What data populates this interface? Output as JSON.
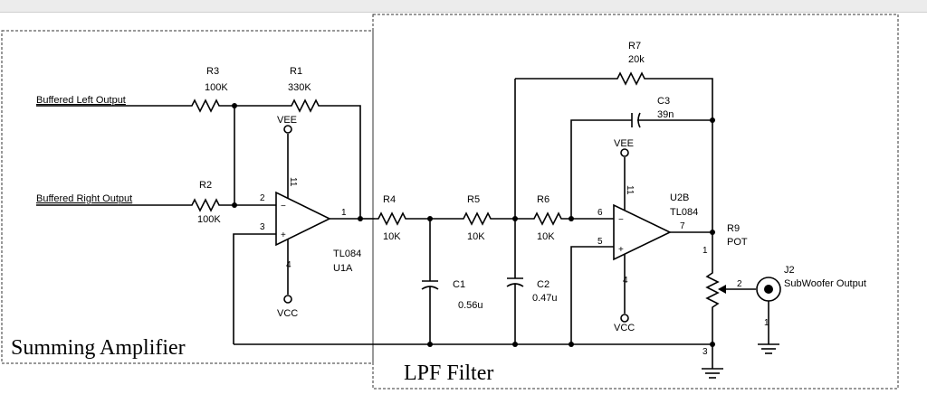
{
  "regions": {
    "summing_title": "Summing Amplifier",
    "lpf_title": "LPF Filter"
  },
  "nets": {
    "left_in": "Buffered Left Output",
    "right_in": "Buffered Right Output"
  },
  "components": {
    "R3": {
      "ref": "R3",
      "value": "100K"
    },
    "R1": {
      "ref": "R1",
      "value": "330K"
    },
    "R2": {
      "ref": "R2",
      "value": "100K"
    },
    "R4": {
      "ref": "R4",
      "value": "10K"
    },
    "R5": {
      "ref": "R5",
      "value": "10K"
    },
    "R6": {
      "ref": "R6",
      "value": "10K"
    },
    "R7": {
      "ref": "R7",
      "value": "20k"
    },
    "R9": {
      "ref": "R9",
      "value": "POT"
    },
    "C1": {
      "ref": "C1",
      "value": "0.56u"
    },
    "C2": {
      "ref": "C2",
      "value": "0.47u"
    },
    "C3": {
      "ref": "C3",
      "value": "39n"
    },
    "U1A": {
      "ref": "U1A",
      "part": "TL084"
    },
    "U2B": {
      "ref": "U2B",
      "part": "TL084"
    },
    "J2": {
      "ref": "J2",
      "label": "SubWoofer Output"
    }
  },
  "power": {
    "u1_vee": "VEE",
    "u1_vcc": "VCC",
    "u2_vee": "VEE",
    "u2_vcc": "VCC"
  },
  "pins": {
    "u1_inv": "2",
    "u1_noninv": "3",
    "u1_out": "1",
    "u1_top": "11",
    "u1_bot": "4",
    "u2_inv": "6",
    "u2_noninv": "5",
    "u2_out": "7",
    "u2_top": "11",
    "u2_bot": "4",
    "pot_top": "1",
    "pot_wiper": "2",
    "pot_bot": "3",
    "j2_pin": "2",
    "j2_gnd": "1"
  }
}
